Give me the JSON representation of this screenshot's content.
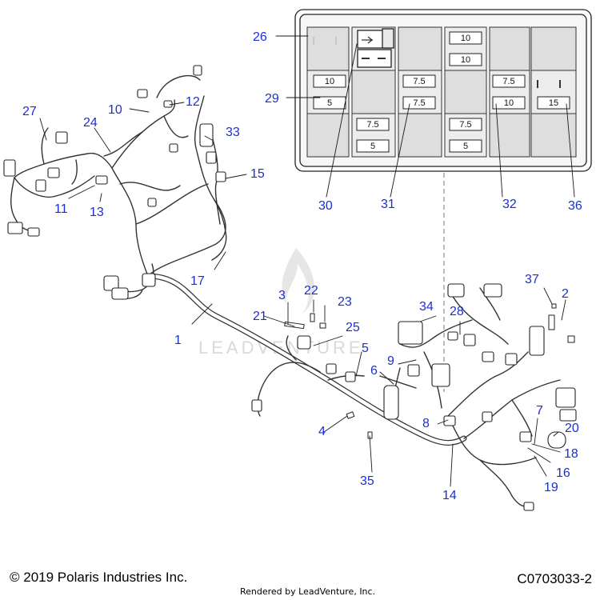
{
  "fuse_box": {
    "fuses": [
      {
        "label": "10",
        "slot": "top-center-a"
      },
      {
        "label": "10",
        "slot": "top-center-b"
      },
      {
        "label": "10",
        "slot": "mid-left-a"
      },
      {
        "label": "5",
        "slot": "mid-left-b"
      },
      {
        "label": "7.5",
        "slot": "mid-center-a"
      },
      {
        "label": "7.5",
        "slot": "mid-center-b"
      },
      {
        "label": "7.5",
        "slot": "mid-right-a"
      },
      {
        "label": "10",
        "slot": "mid-right-b"
      },
      {
        "label": "15",
        "slot": "mid-far-right"
      },
      {
        "label": "7.5",
        "slot": "bottom-left-a"
      },
      {
        "label": "5",
        "slot": "bottom-left-b"
      },
      {
        "label": "7.5",
        "slot": "bottom-center-a"
      },
      {
        "label": "5",
        "slot": "bottom-center-b"
      }
    ]
  },
  "callouts": [
    "1",
    "2",
    "3",
    "4",
    "5",
    "6",
    "7",
    "8",
    "9",
    "10",
    "11",
    "12",
    "13",
    "14",
    "15",
    "16",
    "17",
    "18",
    "19",
    "20",
    "21",
    "22",
    "23",
    "24",
    "25",
    "26",
    "27",
    "28",
    "29",
    "30",
    "31",
    "32",
    "33",
    "34",
    "35",
    "36",
    "37"
  ],
  "watermark": "LEADVENTURE",
  "footer": {
    "copyright": "© 2019 Polaris Industries Inc.",
    "drawing_id": "C0703033-2",
    "rendered_by": "Rendered by LeadVenture, Inc."
  },
  "colors": {
    "callout": "#1a2fd6",
    "line": "#222222"
  }
}
